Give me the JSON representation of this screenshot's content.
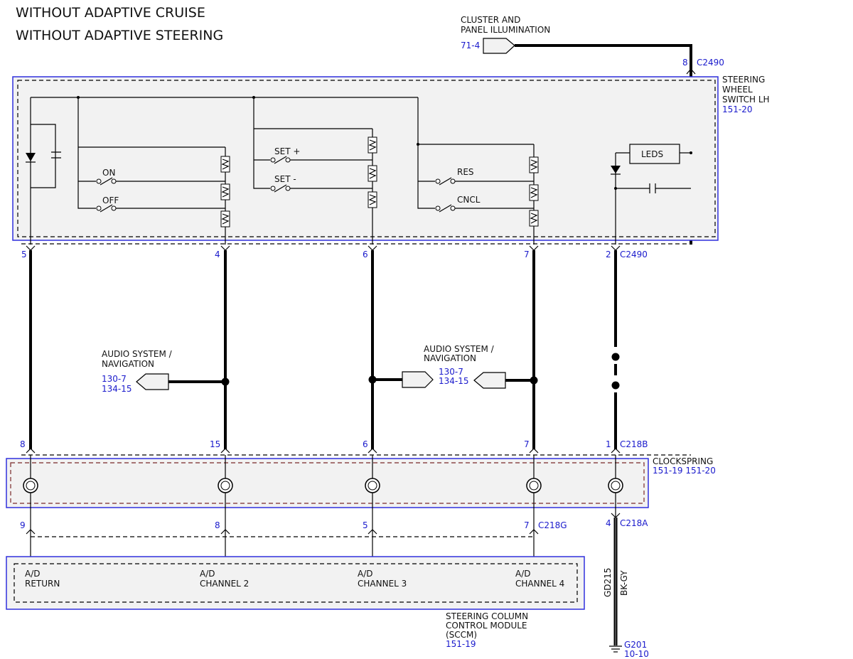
{
  "title_lines": [
    "WITHOUT ADAPTIVE CRUISE",
    "WITHOUT ADAPTIVE STEERING"
  ],
  "top_connector": {
    "label_lines": [
      "CLUSTER AND",
      "PANEL ILLUMINATION"
    ],
    "ref": "71-4",
    "pin": "8",
    "name": "C2490"
  },
  "steering_wheel_switch": {
    "label_lines": [
      "STEERING",
      "WHEEL",
      "SWITCH LH"
    ],
    "ref": "151-20",
    "switches": [
      "ON",
      "OFF",
      "SET +",
      "SET -",
      "RES",
      "CNCL"
    ],
    "leds_label": "LEDS",
    "pins": [
      "5",
      "4",
      "6",
      "7",
      "2"
    ],
    "connector": "C2490"
  },
  "audio_left": {
    "label_lines": [
      "AUDIO SYSTEM /",
      "NAVIGATION"
    ],
    "refs": [
      "130-7",
      "134-15"
    ]
  },
  "audio_right": {
    "label_lines": [
      "AUDIO SYSTEM /",
      "NAVIGATION"
    ],
    "refs": [
      "130-7",
      "134-15"
    ]
  },
  "clockspring": {
    "label": "CLOCKSPRING",
    "refs": "151-19  151-20",
    "top_pins": [
      "8",
      "15",
      "6",
      "7",
      "1"
    ],
    "top_connector": "C218B",
    "bottom_pins": [
      "9",
      "8",
      "5",
      "7"
    ],
    "bottom_connector": "C218G",
    "ground_pin": "4",
    "ground_connector": "C218A"
  },
  "sccm": {
    "channels": [
      [
        "A/D",
        "RETURN"
      ],
      [
        "A/D",
        "CHANNEL 2"
      ],
      [
        "A/D",
        "CHANNEL 3"
      ],
      [
        "A/D",
        "CHANNEL 4"
      ]
    ],
    "label_lines": [
      "STEERING COLUMN",
      "CONTROL MODULE",
      "(SCCM)"
    ],
    "ref": "151-19"
  },
  "ground": {
    "circuit": "GD215",
    "color": "BK-GY",
    "name": "G201",
    "ref": "10-10"
  }
}
